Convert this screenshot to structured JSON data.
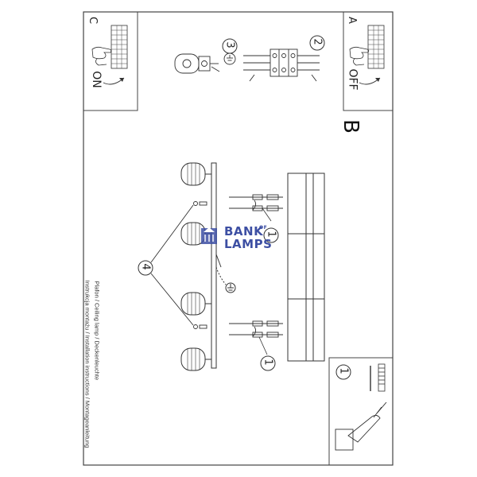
{
  "panels": {
    "c": {
      "letter": "C",
      "state": "ON"
    },
    "a": {
      "letter": "A",
      "state": "OFF"
    },
    "step_main": "B"
  },
  "steps": {
    "s1_top": "1",
    "s1_bottom": "1",
    "s1_box": "1",
    "s2": "2",
    "s3": "3",
    "s4": "4"
  },
  "caption": {
    "line1": "Instrukcja montażu / Installation instructions / Montageanleitung",
    "line2": "Plafon / Ceiling lamp / Deckenleuchte"
  },
  "logo": {
    "line1": "BANK",
    "of": "OF",
    "line2": "LAMPS",
    "color": "#3d4fa3"
  },
  "colors": {
    "line": "#333333",
    "frame": "#444444"
  }
}
